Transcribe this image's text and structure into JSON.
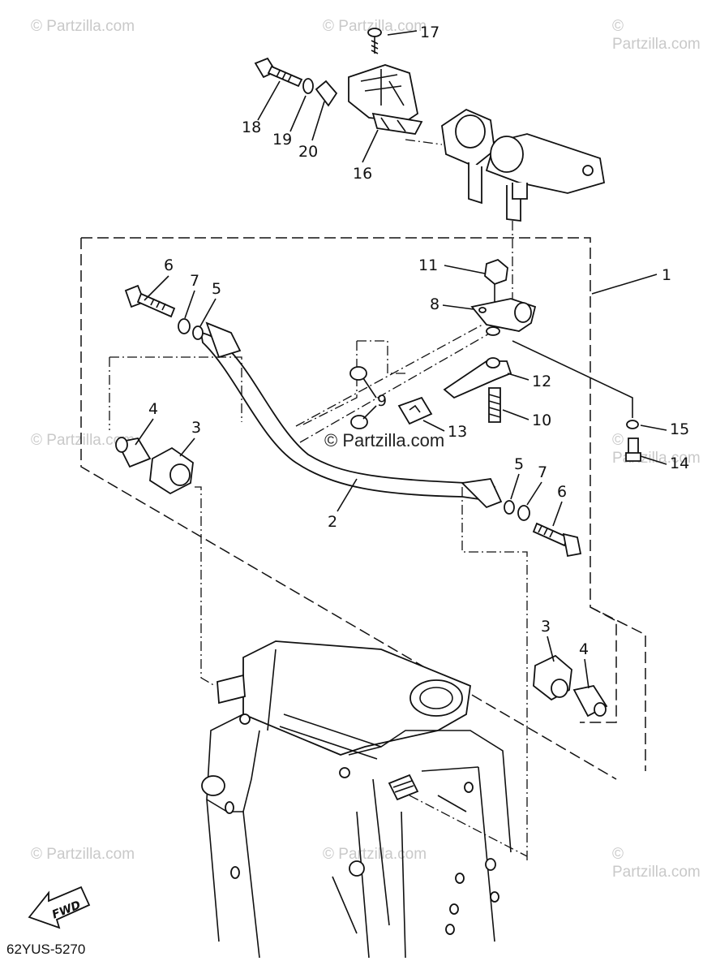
{
  "watermarks": {
    "top_left": "© Partzilla.com",
    "top_center": "© Partzilla.com",
    "top_right": "© Partzilla.com",
    "mid_left": "© Partzilla.com",
    "mid_right": "© Partzilla.com",
    "bottom_left": "© Partzilla.com",
    "bottom_center": "© Partzilla.com",
    "bottom_right": "© Partzilla.com",
    "center": "© Partzilla.com"
  },
  "callouts": [
    "1",
    "2",
    "3",
    "3",
    "4",
    "4",
    "5",
    "5",
    "6",
    "6",
    "7",
    "7",
    "8",
    "9",
    "10",
    "11",
    "12",
    "13",
    "14",
    "15",
    "16",
    "17",
    "18",
    "19",
    "20"
  ],
  "labels": {
    "n1": "1",
    "n2": "2",
    "n3a": "3",
    "n3b": "3",
    "n4a": "4",
    "n4b": "4",
    "n5a": "5",
    "n5b": "5",
    "n6a": "6",
    "n6b": "6",
    "n7a": "7",
    "n7b": "7",
    "n8": "8",
    "n9": "9",
    "n10": "10",
    "n11": "11",
    "n12": "12",
    "n13": "13",
    "n14": "14",
    "n15": "15",
    "n16": "16",
    "n17": "17",
    "n18": "18",
    "n19": "19",
    "n20": "20"
  },
  "fwd_label": "FWD",
  "diagram_code": "62YUS-5270"
}
